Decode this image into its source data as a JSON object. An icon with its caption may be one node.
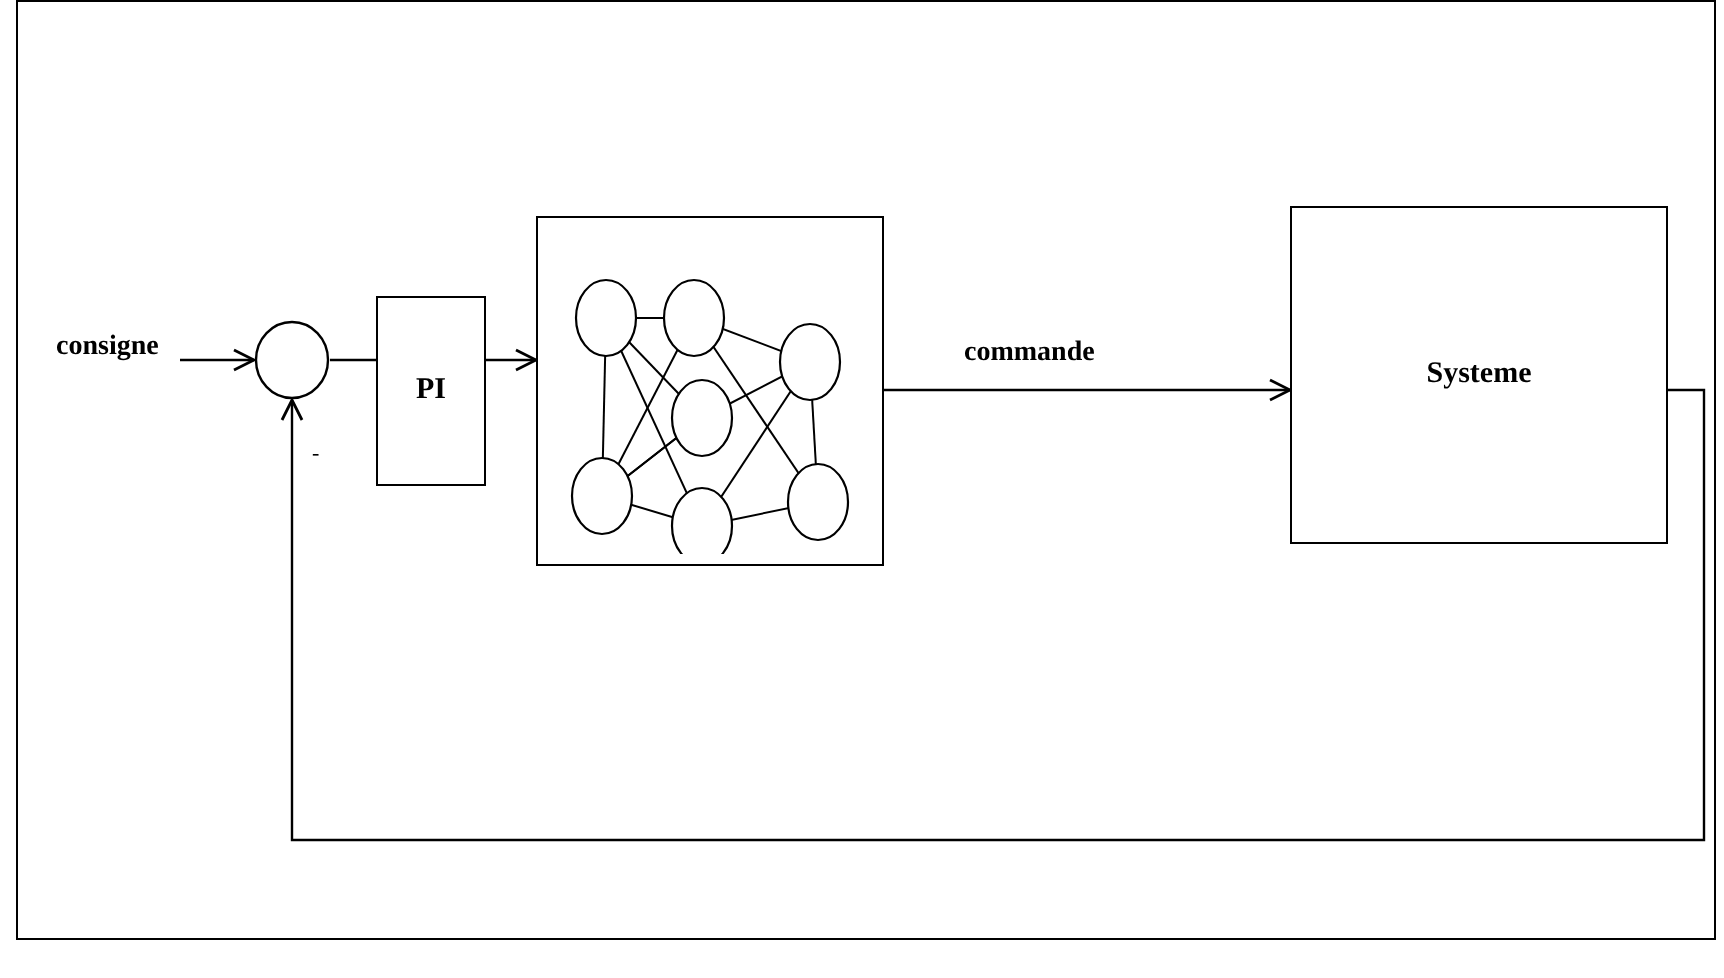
{
  "diagram": {
    "nodes": [
      {
        "text": [],
        "shape": "circle"
      },
      {
        "text": [
          "PI"
        ]
      },
      {
        "text": [],
        "shape": "box"
      },
      {
        "text": [
          "Systeme"
        ]
      }
    ],
    "edges": [
      {
        "from": null,
        "to": 0,
        "arrow": "to",
        "label": "consigne"
      },
      {
        "from": 0,
        "to": 1,
        "arrow": "none"
      },
      {
        "from": 1,
        "to": 2,
        "arrow": "to"
      },
      {
        "from": 2,
        "to": 3,
        "arrow": "to",
        "label": "commande"
      },
      {
        "from": 3,
        "to": 0,
        "arrow": "to"
      }
    ],
    "labels": [
      "-"
    ]
  }
}
